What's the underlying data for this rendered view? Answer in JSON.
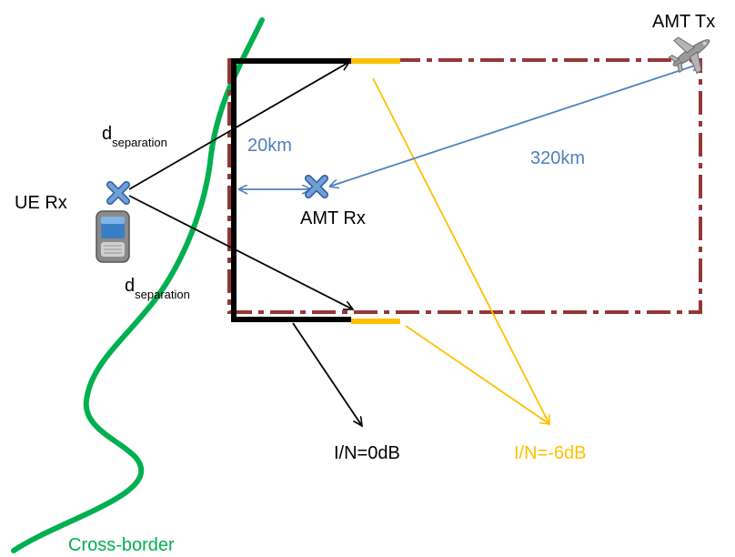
{
  "labels": {
    "amt_tx": "AMT Tx",
    "amt_rx": "AMT Rx",
    "ue_rx": "UE Rx",
    "d_main": "d",
    "d_sub": "separation",
    "dist_20km": "20km",
    "dist_320km": "320km",
    "in_0db": "I/N=0dB",
    "in_minus6db": "I/N=-6dB",
    "cross_border": "Cross-border"
  },
  "colors": {
    "border_green": "#00b050",
    "dashed_rect": "#953735",
    "blue_text": "#4f81bd",
    "blue_arrow": "#4f81bd",
    "yellow": "#ffc000",
    "cross_marker": "#4f81bd",
    "black": "#000000"
  },
  "icons": {
    "aircraft": "airplane-icon",
    "phone": "mobile-phone-icon",
    "receiver_marker": "cross-marker-icon"
  }
}
